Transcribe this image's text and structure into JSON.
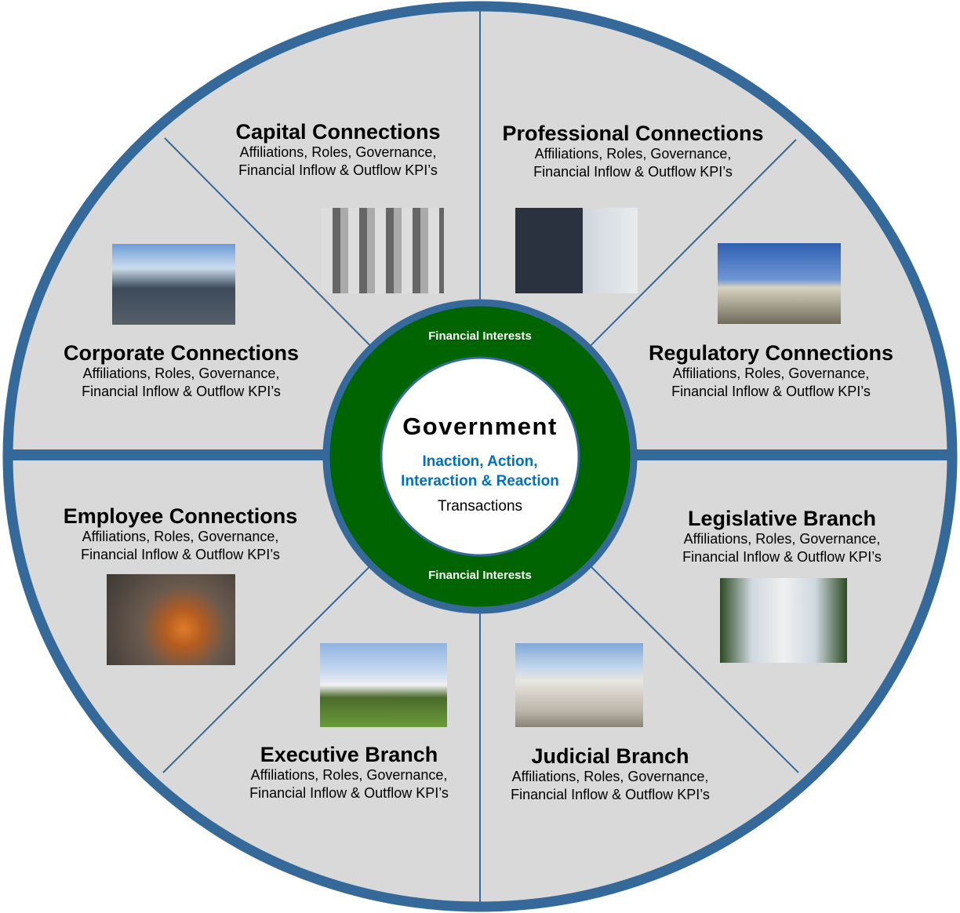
{
  "colors": {
    "ring": "#34699A",
    "fill": "#D9D9D9",
    "green": "#006400",
    "accent": "#0070C0"
  },
  "center": {
    "title": "Government",
    "actions": [
      "Inaction, Action,",
      "Interaction & Reaction"
    ],
    "subtitle": "Transactions",
    "ring_top": "Financial Interests",
    "ring_bottom": "Financial Interests"
  },
  "segments": [
    {
      "title": "Capital Connections",
      "line1": "Affiliations, Roles, Governance,",
      "line2": "Financial Inflow & Outflow KPI’s"
    },
    {
      "title": "Professional Connections",
      "line1": "Affiliations, Roles, Governance,",
      "line2": "Financial Inflow & Outflow KPI’s"
    },
    {
      "title": "Corporate Connections",
      "line1": "Affiliations, Roles, Governance,",
      "line2": "Financial Inflow & Outflow KPI’s"
    },
    {
      "title": "Regulatory Connections",
      "line1": "Affiliations, Roles, Governance,",
      "line2": "Financial Inflow & Outflow KPI’s"
    },
    {
      "title": "Employee Connections",
      "line1": "Affiliations, Roles, Governance,",
      "line2": "Financial Inflow & Outflow KPI’s"
    },
    {
      "title": "Legislative Branch",
      "line1": "Affiliations, Roles, Governance,",
      "line2": "Financial Inflow & Outflow KPI’s"
    },
    {
      "title": "Executive Branch",
      "line1": "Affiliations, Roles, Governance,",
      "line2": "Financial Inflow & Outflow KPI’s"
    },
    {
      "title": "Judicial Branch",
      "line1": "Affiliations, Roles, Governance,",
      "line2": "Financial Inflow & Outflow KPI’s"
    }
  ]
}
